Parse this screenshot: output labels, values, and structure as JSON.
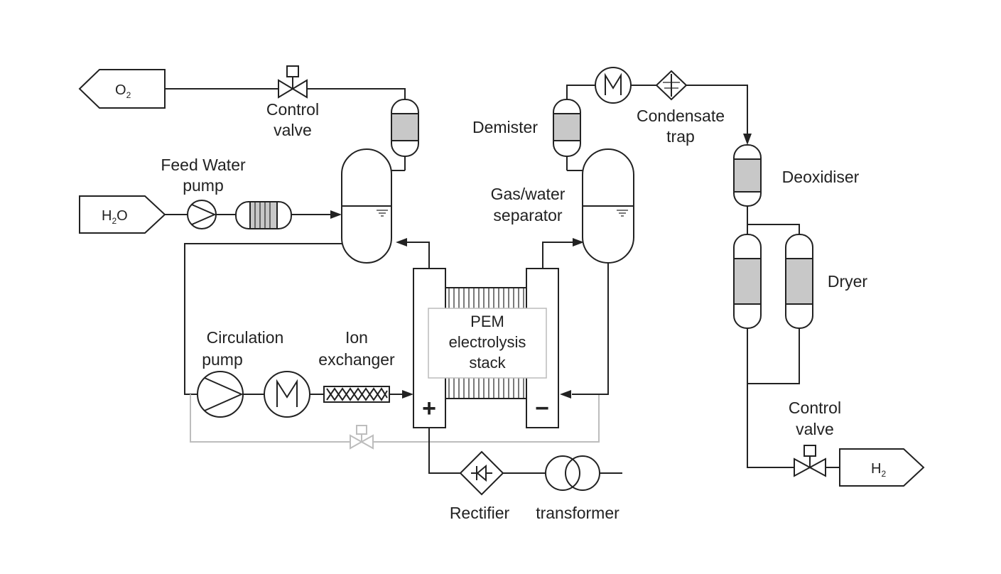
{
  "terminals": {
    "o2": {
      "main": "O",
      "sub": "2"
    },
    "h2o": {
      "main": "H",
      "sub": "2",
      "tail": "O"
    },
    "h2": {
      "main": "H",
      "sub": "2"
    }
  },
  "labels": {
    "control_valve_o2": [
      "Control",
      "valve"
    ],
    "feed_water_pump": [
      "Feed Water",
      "pump"
    ],
    "demister": "Demister",
    "condensate_trap": [
      "Condensate",
      "trap"
    ],
    "gas_water_separator": [
      "Gas/water",
      "separator"
    ],
    "deoxidiser": "Deoxidiser",
    "dryer": "Dryer",
    "circulation_pump": [
      "Circulation",
      "pump"
    ],
    "ion_exchanger": [
      "Ion",
      "exchanger"
    ],
    "stack": [
      "PEM",
      "electrolysis",
      "stack"
    ],
    "control_valve_h2": [
      "Control",
      "valve"
    ],
    "rectifier": "Rectifier",
    "transformer": "transformer"
  },
  "polarity": {
    "anode": "+",
    "cathode": "−"
  },
  "colors": {
    "line": "#222222",
    "packing": "#c8c8c8",
    "bypass": "#bdbdbd",
    "stack_box": "#bbbbbb"
  }
}
